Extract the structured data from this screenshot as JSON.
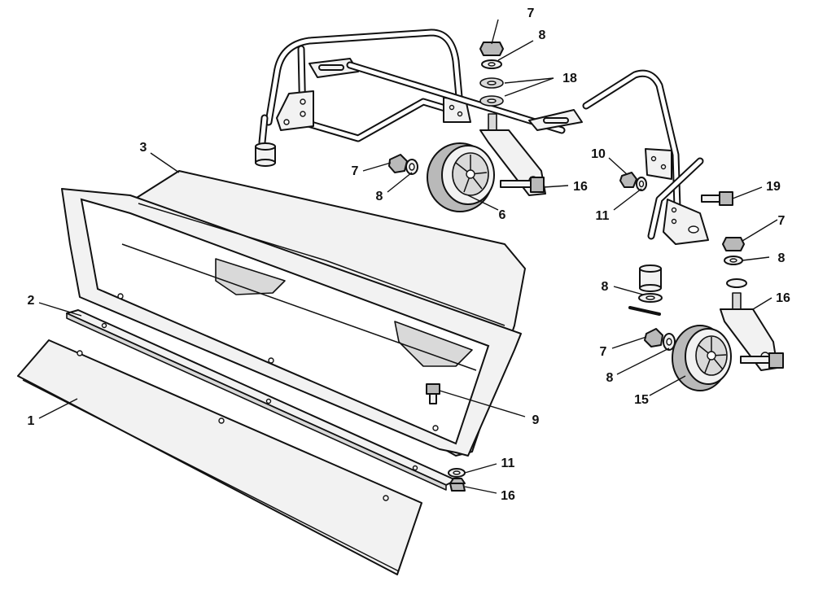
{
  "callouts": {
    "c1": "1",
    "c2": "2",
    "c3": "3",
    "c6": "6",
    "c7a": "7",
    "c7b": "7",
    "c7c": "7",
    "c7d": "7",
    "c8a": "8",
    "c8b": "8",
    "c8c": "8",
    "c8d": "8",
    "c8e": "8",
    "c9": "9",
    "c10": "10",
    "c11a": "11",
    "c11b": "11",
    "c15": "15",
    "c16a": "16",
    "c16b": "16",
    "c16c": "16",
    "c18": "18",
    "c19": "19"
  }
}
